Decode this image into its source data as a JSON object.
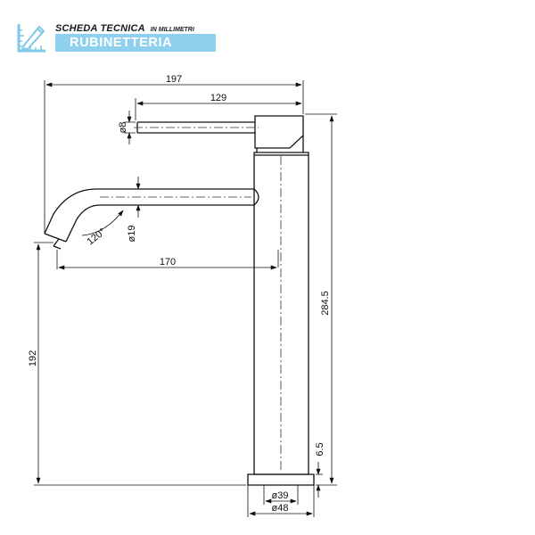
{
  "header": {
    "title": "SCHEDA TECNICA",
    "unit_note": "IN MILLIMETRI",
    "category": "RUBINETTERIA",
    "logo_icon": "ruler-pencil-icon",
    "band_color": "#8fd0ee",
    "logo_color": "#7fc8ea"
  },
  "dimensions": {
    "overall_width": "197",
    "lever_length": "129",
    "lever_diameter": "ø8",
    "spout_diameter": "ø19",
    "spout_angle": "120°",
    "spout_reach": "170",
    "total_height": "284.5",
    "spout_height": "192",
    "base_height": "6.5",
    "inner_base_diameter": "ø39",
    "outer_base_diameter": "ø48"
  }
}
